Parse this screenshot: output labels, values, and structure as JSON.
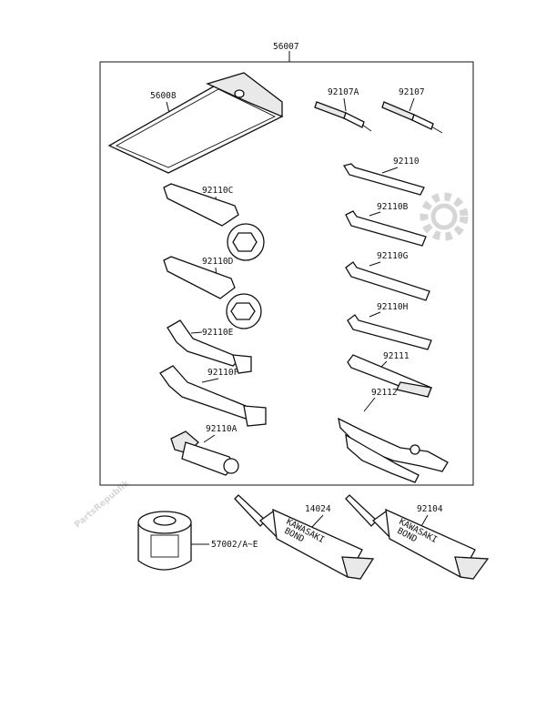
{
  "diagram": {
    "labels": {
      "kit": "56007",
      "pouch": "56008",
      "screwdriver_a": "92107A",
      "screwdriver": "92107",
      "hex_92110": "92110",
      "box_c": "92110C",
      "hex_b": "92110B",
      "box_d": "92110D",
      "hex_g": "92110G",
      "hex_h": "92110H",
      "open_e": "92110E",
      "ext_92111": "92111",
      "open_f": "92110F",
      "pliers": "92112",
      "socket_a": "92110A",
      "filter": "57002/A~E",
      "bond_1": "14024",
      "bond_2": "92104"
    },
    "tube_print": {
      "line1": "KAWASAKI",
      "line2": "BOND"
    },
    "watermark": "PartsRepublik"
  },
  "colors": {
    "line": "#111111",
    "watermark": "#d6d6d6"
  }
}
